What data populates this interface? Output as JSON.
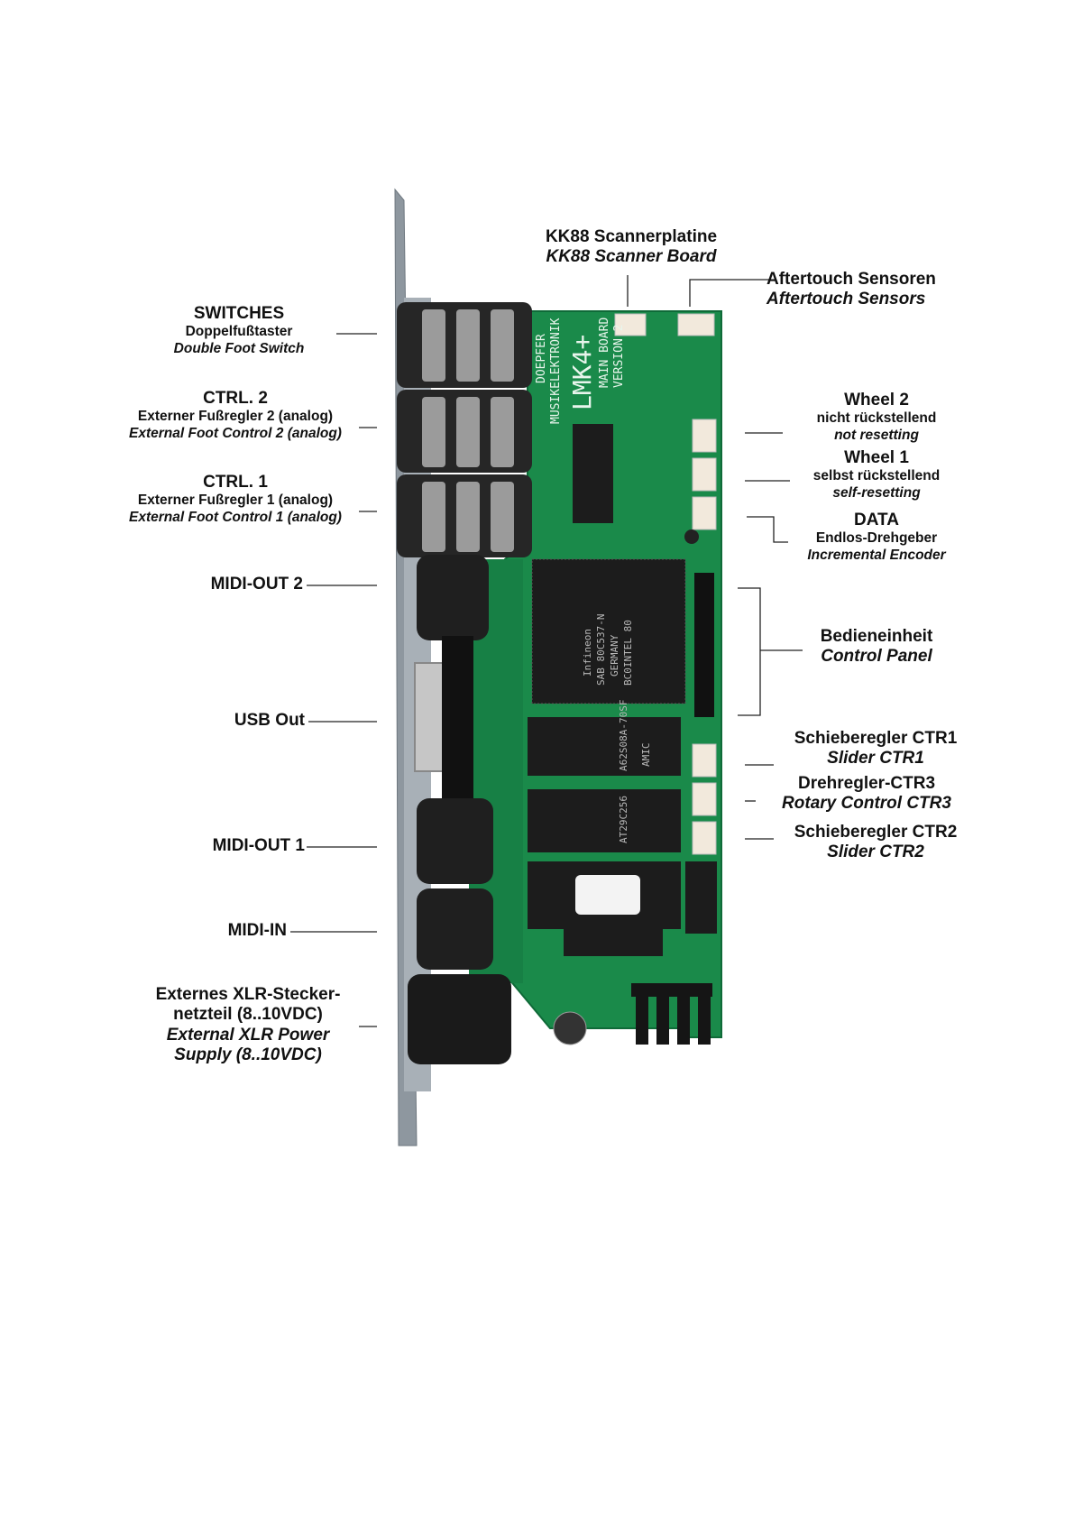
{
  "colors": {
    "pcb": "#1a8a4a",
    "pcb_dark": "#0f6a38",
    "panel": "#9aa3ab",
    "panel_edge": "#6e777f",
    "ic": "#1c1c1c",
    "silkscreen": "#e8f5ec",
    "connector": "#f2e9dc",
    "jack": "#2a2a2a"
  },
  "board_marking": {
    "maker": "DOEPFER",
    "maker2": "MUSIKELEKTRONIK",
    "model": "LMK4+",
    "board": "MAIN BOARD",
    "version": "VERSION 2",
    "cpu_brand": "Infineon",
    "cpu_part": "SAB 80C537-N",
    "cpu_origin": "GERMANY",
    "cpu_code": "BC0INTEL 80",
    "ram_brand": "AMIC",
    "ram_part": "A62S08A-70SF",
    "eprom_part": "AT29C256"
  },
  "labels": {
    "kk88": {
      "de": "KK88 Scannerplatine",
      "en": "KK88 Scanner Board"
    },
    "aftertouch": {
      "de": "Aftertouch Sensoren",
      "en": "Aftertouch Sensors"
    },
    "switches": {
      "title": "SWITCHES",
      "de": "Doppelfußtaster",
      "en": "Double Foot Switch"
    },
    "ctrl2": {
      "title": "CTRL. 2",
      "de": "Externer Fußregler 2 (analog)",
      "en": "External Foot Control 2 (analog)"
    },
    "ctrl1": {
      "title": "CTRL. 1",
      "de": "Externer Fußregler 1 (analog)",
      "en": "External Foot Control 1 (analog)"
    },
    "midi_out_2": "MIDI-OUT 2",
    "usb_out": "USB Out",
    "midi_out_1": "MIDI-OUT 1",
    "midi_in": "MIDI-IN",
    "power": {
      "de1": "Externes XLR-Stecker-",
      "de2": "netzteil (8..10VDC)",
      "en1": "External XLR Power",
      "en2": "Supply (8..10VDC)"
    },
    "wheel2": {
      "title": "Wheel 2",
      "de": "nicht rückstellend",
      "en": "not resetting"
    },
    "wheel1": {
      "title": "Wheel 1",
      "de": "selbst rückstellend",
      "en": "self-resetting"
    },
    "data": {
      "title": "DATA",
      "de": "Endlos-Drehgeber",
      "en": "Incremental Encoder"
    },
    "control_panel": {
      "de": "Bedieneinheit",
      "en": "Control Panel"
    },
    "ctr1": {
      "de": "Schieberegler CTR1",
      "en": "Slider CTR1"
    },
    "ctr3": {
      "de": "Drehregler-CTR3",
      "en": "Rotary Control CTR3"
    },
    "ctr2": {
      "de": "Schieberegler CTR2",
      "en": "Slider CTR2"
    }
  }
}
